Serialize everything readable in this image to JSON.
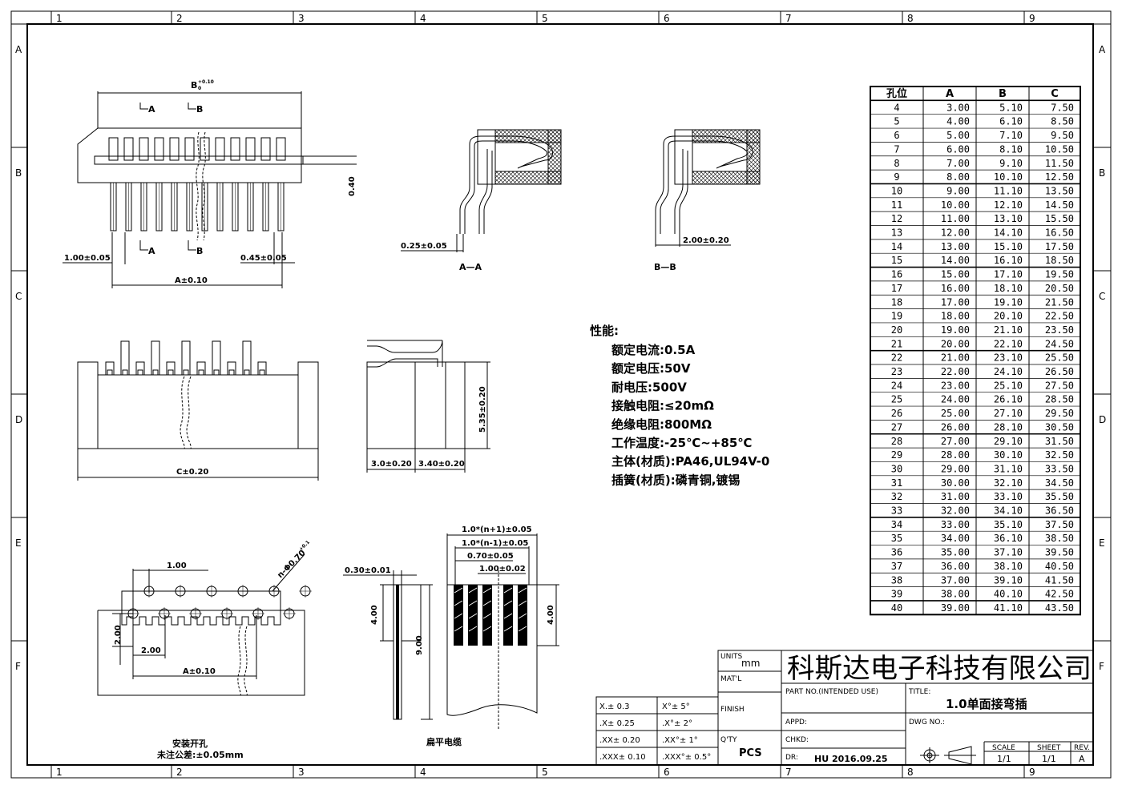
{
  "border": {
    "top_numbers": [
      "1",
      "2",
      "3",
      "4",
      "5",
      "6",
      "7",
      "8",
      "9"
    ],
    "bottom_numbers": [
      "1",
      "2",
      "3",
      "4",
      "5",
      "6",
      "7",
      "8",
      "9"
    ],
    "side_letters": [
      "A",
      "B",
      "C",
      "D",
      "E",
      "F"
    ]
  },
  "top_view": {
    "dim_b": "B",
    "dim_b_tol_top": "+0.10",
    "dim_b_tol_bottom": "0",
    "sec_a_top": "A",
    "sec_b_top": "B",
    "sec_a_bottom": "A",
    "sec_b_bottom": "B",
    "dim_040": "0.40",
    "dim_pin_pitch": "1.00±0.05",
    "dim_pin_width": "0.45±0.05",
    "dim_a": "A±0.10"
  },
  "section_aa": {
    "label": "A—A",
    "dim": "0.25±0.05"
  },
  "section_bb": {
    "label": "B—B",
    "dim": "2.00±0.20"
  },
  "front_view": {
    "dim_c": "C±0.20"
  },
  "side_view": {
    "dim_height": "5.35±0.20",
    "dim_left": "3.0±0.20",
    "dim_right": "3.40±0.20"
  },
  "performance": {
    "title": "性能:",
    "lines": [
      "额定电流:0.5A",
      "额定电压:50V",
      "耐电压:500V",
      "接触电阻:≤20mΩ",
      "绝缘电阻:800MΩ",
      "工作温度:-25℃~+85℃",
      "主体(材质):PA46,UL94V-0",
      "插簧(材质):磷青铜,镀锡"
    ]
  },
  "hole_pattern": {
    "dim_100": "1.00",
    "dim_holes": "n-Φ0.70",
    "dim_holes_tol": "+0.1",
    "dim_200_v": "2.00",
    "dim_200_h": "2.00",
    "dim_a": "A±0.10",
    "caption_1": "安装开孔",
    "caption_2": "未注公差:±0.05mm"
  },
  "cable_side": {
    "dim_thick": "0.30±0.01",
    "dim_400": "4.00",
    "dim_900": "9.00"
  },
  "cable_front": {
    "dim_1": "1.0*(n+1)±0.05",
    "dim_2": "1.0*(n-1)±0.05",
    "dim_3": "0.70±0.05",
    "dim_4": "1.00±0.02",
    "dim_400": "4.00",
    "caption": "扁平电缆"
  },
  "spec_table": {
    "headers": [
      "孔位",
      "A",
      "B",
      "C"
    ],
    "rows": [
      [
        "4",
        "3.00",
        "5.10",
        "7.50"
      ],
      [
        "5",
        "4.00",
        "6.10",
        "8.50"
      ],
      [
        "6",
        "5.00",
        "7.10",
        "9.50"
      ],
      [
        "7",
        "6.00",
        "8.10",
        "10.50"
      ],
      [
        "8",
        "7.00",
        "9.10",
        "11.50"
      ],
      [
        "9",
        "8.00",
        "10.10",
        "12.50"
      ],
      [
        "10",
        "9.00",
        "11.10",
        "13.50"
      ],
      [
        "11",
        "10.00",
        "12.10",
        "14.50"
      ],
      [
        "12",
        "11.00",
        "13.10",
        "15.50"
      ],
      [
        "13",
        "12.00",
        "14.10",
        "16.50"
      ],
      [
        "14",
        "13.00",
        "15.10",
        "17.50"
      ],
      [
        "15",
        "14.00",
        "16.10",
        "18.50"
      ],
      [
        "16",
        "15.00",
        "17.10",
        "19.50"
      ],
      [
        "17",
        "16.00",
        "18.10",
        "20.50"
      ],
      [
        "18",
        "17.00",
        "19.10",
        "21.50"
      ],
      [
        "19",
        "18.00",
        "20.10",
        "22.50"
      ],
      [
        "20",
        "19.00",
        "21.10",
        "23.50"
      ],
      [
        "21",
        "20.00",
        "22.10",
        "24.50"
      ],
      [
        "22",
        "21.00",
        "23.10",
        "25.50"
      ],
      [
        "23",
        "22.00",
        "24.10",
        "26.50"
      ],
      [
        "24",
        "23.00",
        "25.10",
        "27.50"
      ],
      [
        "25",
        "24.00",
        "26.10",
        "28.50"
      ],
      [
        "26",
        "25.00",
        "27.10",
        "29.50"
      ],
      [
        "27",
        "26.00",
        "28.10",
        "30.50"
      ],
      [
        "28",
        "27.00",
        "29.10",
        "31.50"
      ],
      [
        "29",
        "28.00",
        "30.10",
        "32.50"
      ],
      [
        "30",
        "29.00",
        "31.10",
        "33.50"
      ],
      [
        "31",
        "30.00",
        "32.10",
        "34.50"
      ],
      [
        "32",
        "31.00",
        "33.10",
        "35.50"
      ],
      [
        "33",
        "32.00",
        "34.10",
        "36.50"
      ],
      [
        "34",
        "33.00",
        "35.10",
        "37.50"
      ],
      [
        "35",
        "34.00",
        "36.10",
        "38.50"
      ],
      [
        "36",
        "35.00",
        "37.10",
        "39.50"
      ],
      [
        "37",
        "36.00",
        "38.10",
        "40.50"
      ],
      [
        "38",
        "37.00",
        "39.10",
        "41.50"
      ],
      [
        "39",
        "38.00",
        "40.10",
        "42.50"
      ],
      [
        "40",
        "39.00",
        "41.10",
        "43.50"
      ]
    ]
  },
  "tolerance": {
    "rows": [
      [
        "X.± 0.3",
        "X°± 5°"
      ],
      [
        ".X± 0.25",
        ".X°± 2°"
      ],
      [
        ".XX± 0.20",
        ".XX°± 1°"
      ],
      [
        ".XXX± 0.10",
        ".XXX°± 0.5°"
      ]
    ]
  },
  "title_block": {
    "company": "科斯达电子科技有限公司",
    "units_label": "UNITS",
    "units_value": "mm",
    "matl_label": "MAT'L",
    "finish_label": "FINISH",
    "qty_label": "Q'TY",
    "qty_value": "PCS",
    "part_no_label": "PART NO.(INTENDED USE)",
    "title_label": "TITLE:",
    "title_value": "1.0单面接弯插",
    "appd_label": "APPD:",
    "dwg_label": "DWG NO.:",
    "chkd_label": "CHKD:",
    "dr_label": "DR:",
    "dr_value": "HU 2016.09.25",
    "scale_label": "SCALE",
    "scale_value": "1/1",
    "sheet_label": "SHEET",
    "sheet_value": "1/1",
    "rev_label": "REV.",
    "rev_value": "A"
  }
}
